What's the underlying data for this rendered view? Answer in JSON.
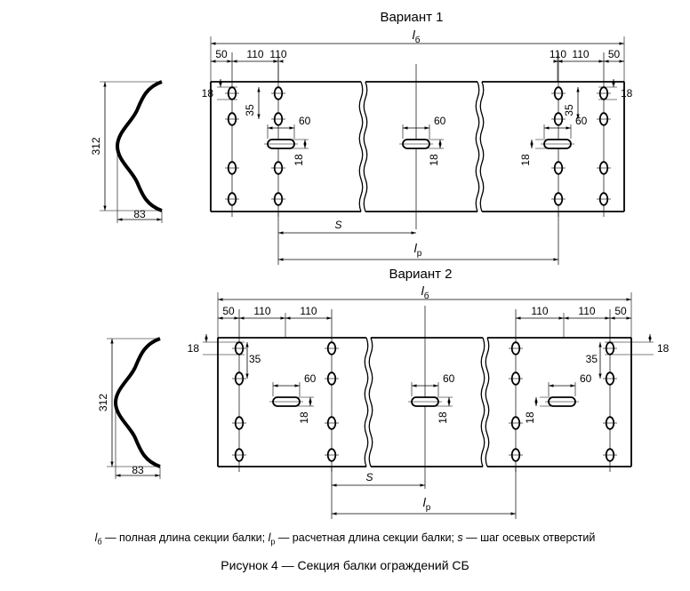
{
  "variant1": {
    "title": "Вариант 1",
    "total_length": {
      "symbol": "l",
      "sub": "б"
    },
    "dims_top": [
      "50",
      "110",
      "110",
      "110",
      "110",
      "50"
    ],
    "left_dims": {
      "d18": "18",
      "d35": "35"
    },
    "right_dims": {
      "d35": "35",
      "d18": "18"
    },
    "slot_dims": {
      "d60": "60",
      "d18": "18"
    },
    "profile": {
      "height": "312",
      "depth": "83"
    },
    "pitch": {
      "symbol": "S"
    },
    "design_length": {
      "symbol": "l",
      "sub": "р"
    }
  },
  "variant2": {
    "title": "Вариант 2",
    "total_length": {
      "symbol": "l",
      "sub": "б"
    },
    "dims_top": [
      "50",
      "110",
      "110",
      "110",
      "110",
      "50"
    ],
    "left_dims": {
      "d18": "18",
      "d35": "35"
    },
    "right_dims": {
      "d35": "35",
      "d18": "18"
    },
    "slot_dims": {
      "d60": "60",
      "d18": "18"
    },
    "profile": {
      "height": "312",
      "depth": "83"
    },
    "pitch": {
      "symbol": "S"
    },
    "design_length": {
      "symbol": "l",
      "sub": "р"
    }
  },
  "legend": {
    "lb_symbol": "l",
    "lb_sub": "б",
    "lb_text": " — полная длина секции балки; ",
    "lp_symbol": "l",
    "lp_sub": "р",
    "lp_text": " — расчетная длина секции балки; ",
    "s_symbol": "s",
    "s_text": " — шаг осевых отверстий"
  },
  "caption": "Рисунок 4 — Секция балки ограждений СБ"
}
